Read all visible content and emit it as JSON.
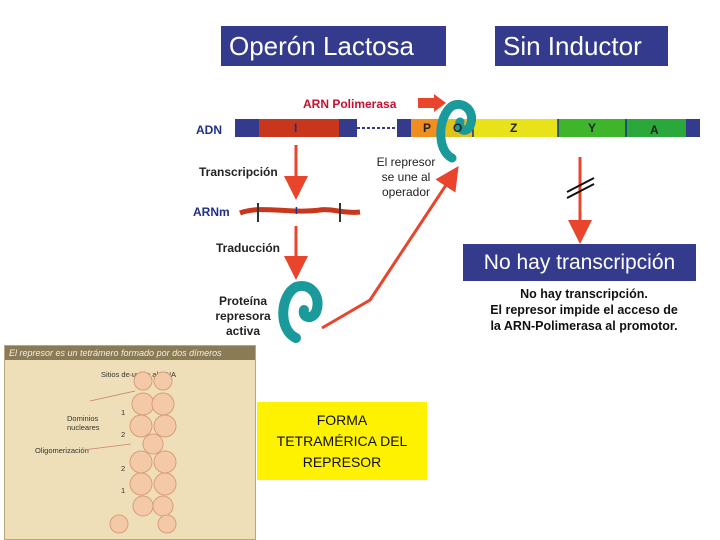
{
  "titles": {
    "main": "Operón Lactosa",
    "condition": "Sin Inductor"
  },
  "dna": {
    "label": "ADN",
    "genes": [
      "I",
      "P",
      "O",
      "Z",
      "Y",
      "A"
    ]
  },
  "polymerase_label": "ARN Polimerasa",
  "steps": {
    "transcription": "Transcripción",
    "mrna": "ARNm",
    "mrna_gene": "I",
    "translation": "Traducción",
    "protein": [
      "Proteína",
      "represora",
      "activa"
    ]
  },
  "repressor_binds": [
    "El represor",
    "se une al",
    "operador"
  ],
  "no_transcription": {
    "title": "No hay transcripción",
    "text": [
      "No hay transcripción.",
      "El represor impide el acceso de",
      "la ARN-Polimerasa al promotor."
    ]
  },
  "inset": {
    "header": "El represor es un tetrámero formado por dos dímeros",
    "labels": {
      "dna_sites": "Sitios de unión al DNA",
      "core": "Dominios\nnucleares",
      "oligo": "Oligomerización"
    },
    "numbers": [
      "1",
      "2",
      "2",
      "1"
    ]
  },
  "caption": [
    "FORMA",
    "TETRAMÉRICA DEL",
    "REPRESOR"
  ],
  "colors": {
    "title_bg": "#343b8c",
    "gene_I": "#c8361c",
    "gene_P": "#f08f1f",
    "gene_O": "#e0c21a",
    "gene_Z": "#e8e21a",
    "gene_Y": "#3fb52b",
    "gene_A": "#2aa83b",
    "arrow": "#e8452c",
    "repressor": "#1a9a9a",
    "caption_bg": "#fff200"
  }
}
